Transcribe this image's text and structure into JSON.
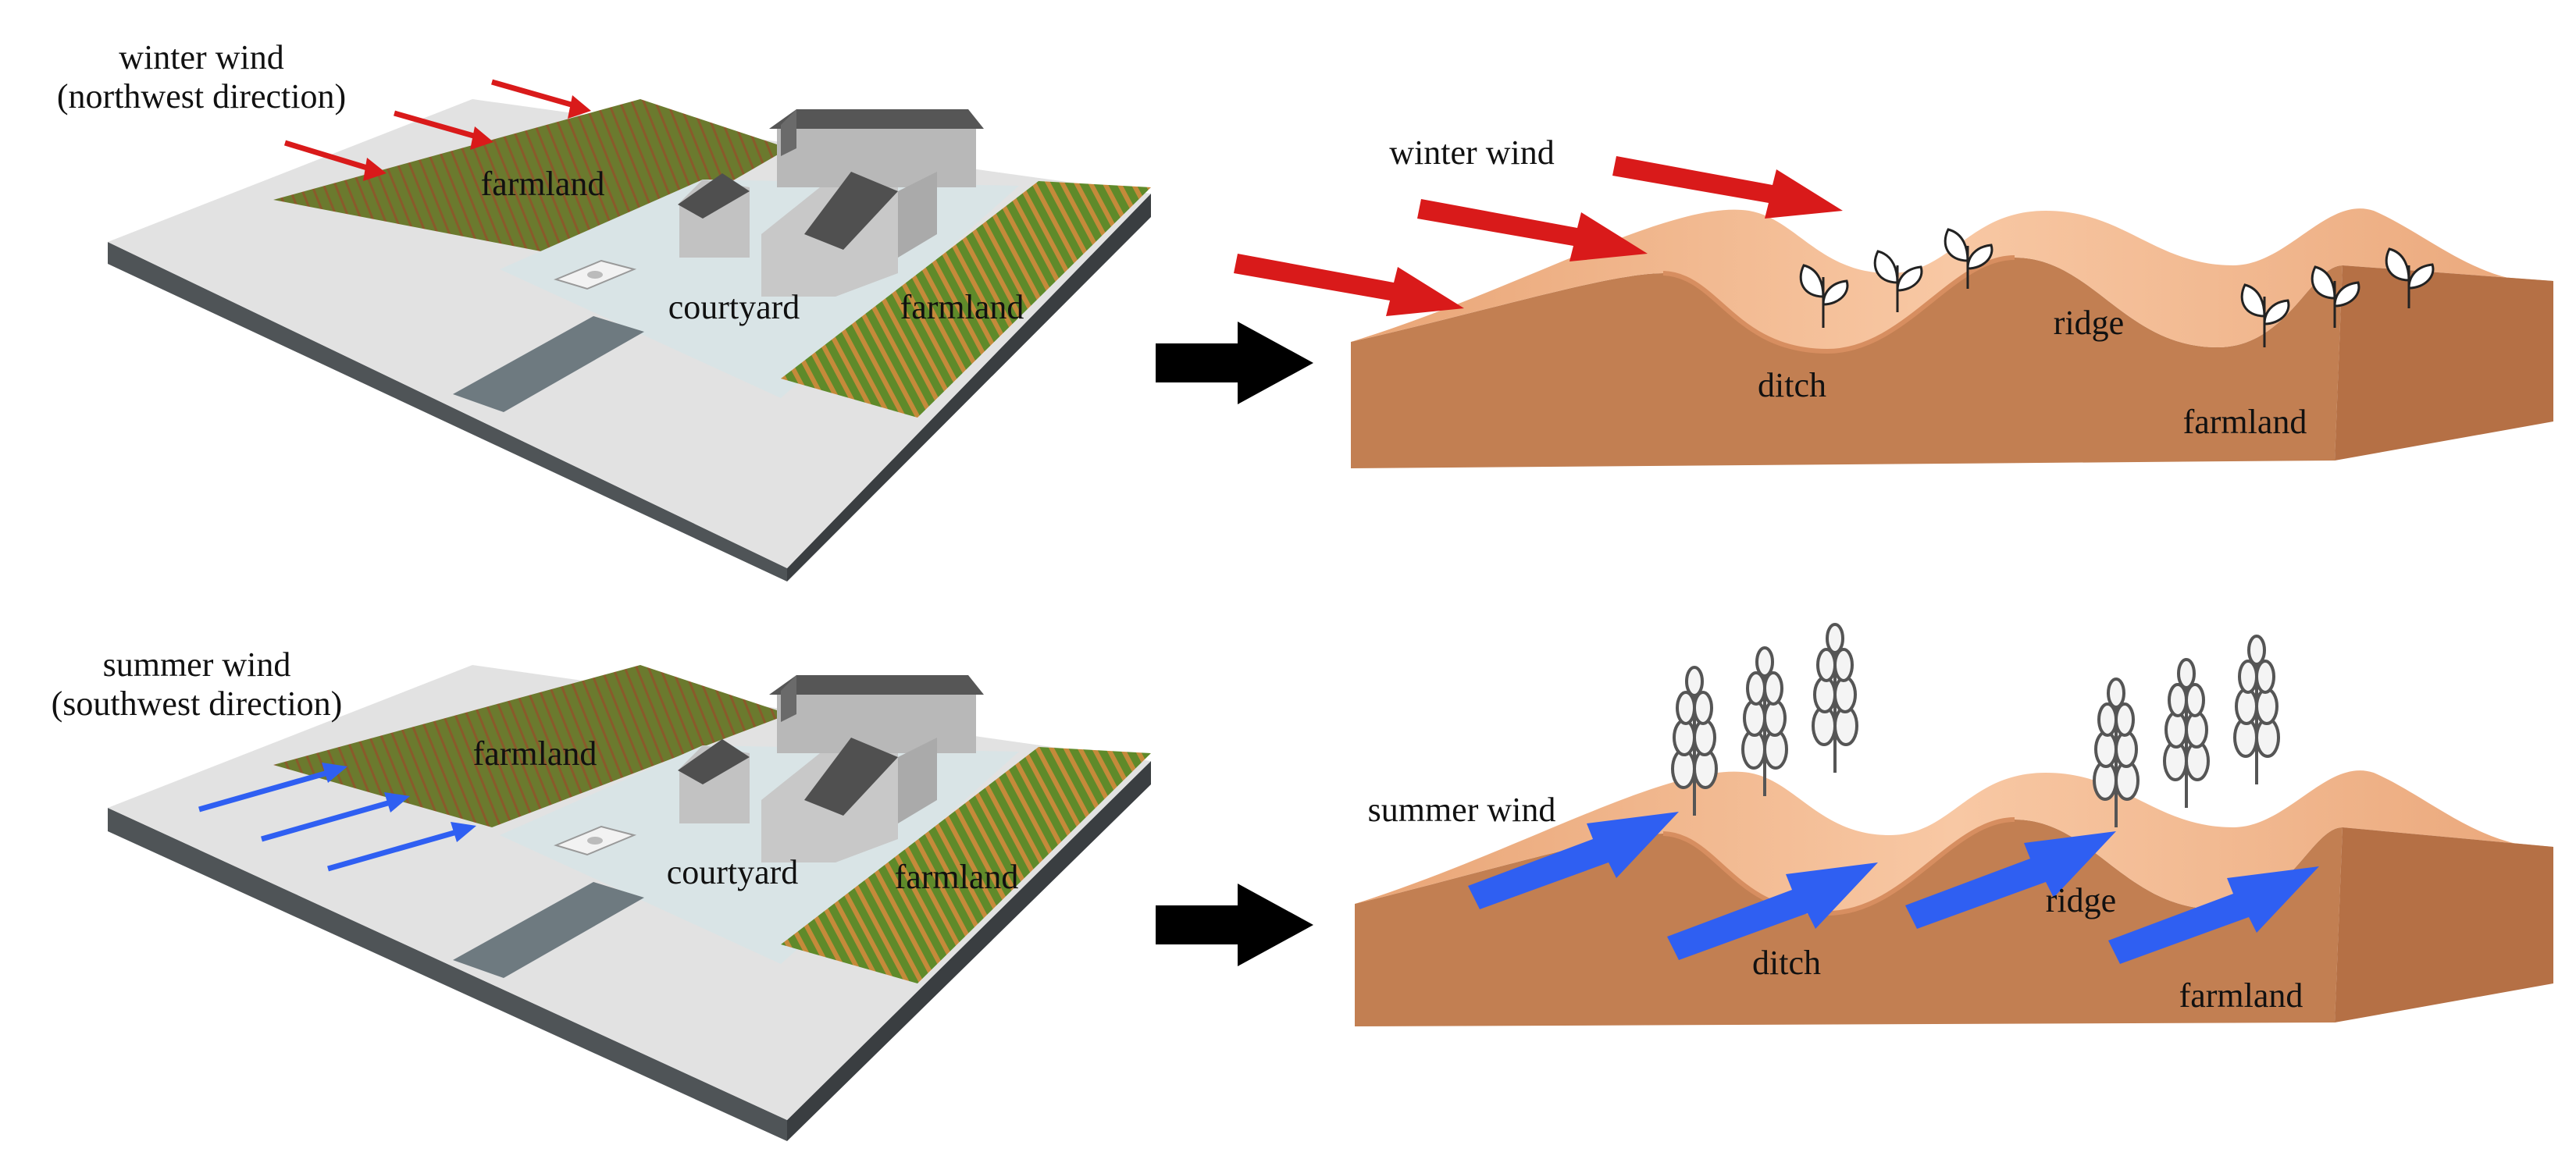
{
  "panels": {
    "winter_site": {
      "wind_label_line1": "winter wind",
      "wind_label_line2": "(northwest direction)",
      "farmland_left": "farmland",
      "courtyard": "courtyard",
      "farmland_right": "farmland"
    },
    "winter_section": {
      "wind_label": "winter wind",
      "ditch": "ditch",
      "ridge": "ridge",
      "farmland": "farmland"
    },
    "summer_site": {
      "wind_label_line1": "summer wind",
      "wind_label_line2": "(southwest direction)",
      "farmland_left": "farmland",
      "courtyard": "courtyard",
      "farmland_right": "farmland"
    },
    "summer_section": {
      "wind_label": "summer wind",
      "ditch": "ditch",
      "ridge": "ridge",
      "farmland": "farmland"
    }
  },
  "colors": {
    "winter_wind": "#d91a1a",
    "summer_wind": "#2f5ff2",
    "soil_side": "#c27f52",
    "soil_top": "#f5bc95",
    "field_green": "#6b7a2e",
    "field_stripe": "#c58a3a"
  },
  "icons": [
    "winter-wind-arrow",
    "summer-wind-arrow",
    "transition-arrow",
    "seedling-icon",
    "wheat-icon",
    "house-icon"
  ]
}
